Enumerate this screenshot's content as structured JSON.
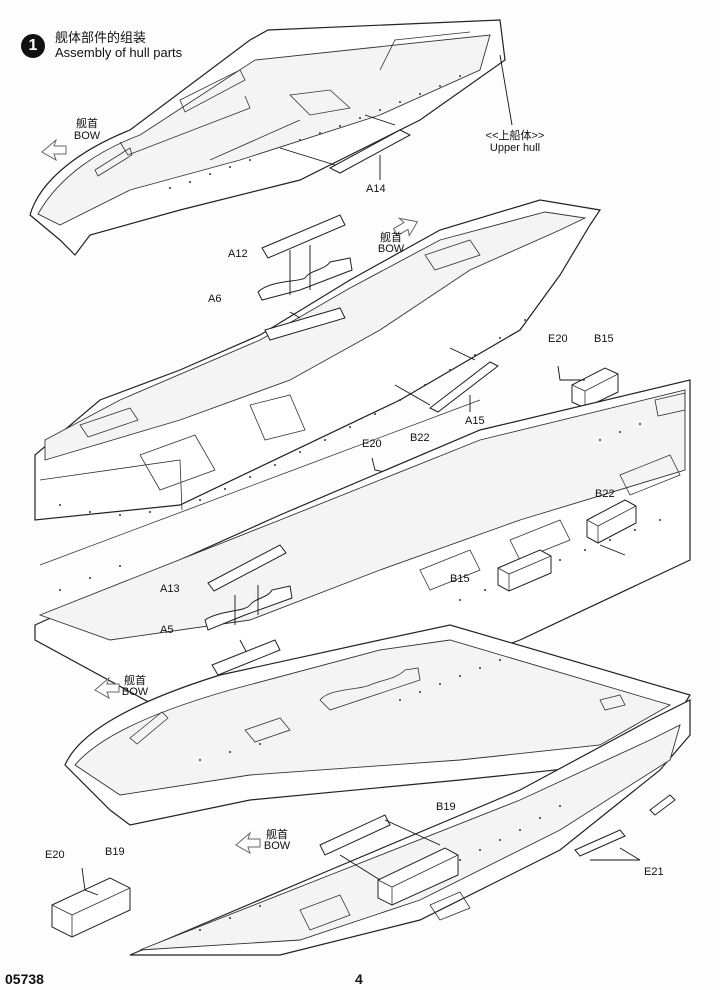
{
  "step": {
    "number": "1",
    "title_cn": "舰体部件的组装",
    "title_en": "Assembly of hull parts"
  },
  "labels": {
    "bow_cn": "舰首",
    "bow_en": "BOW",
    "upper_hull_cn": "<<上船体>>",
    "upper_hull_en": "Upper hull",
    "a14": "A14",
    "a12": "A12",
    "a6": "A6",
    "a15": "A15",
    "e20": "E20",
    "b15": "B15",
    "b22": "B22",
    "a13": "A13",
    "a5": "A5",
    "b19": "B19",
    "e21": "E21"
  },
  "footer": {
    "code": "05738",
    "page": "4"
  }
}
